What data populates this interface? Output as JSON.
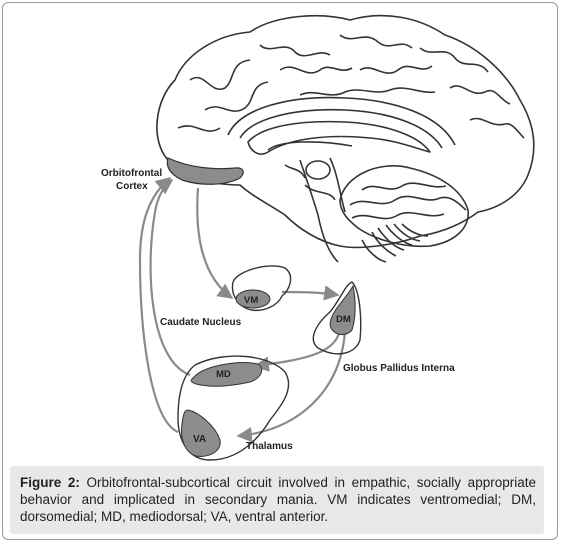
{
  "labels": {
    "orbitofrontal_line1": "Orbitofrontal",
    "orbitofrontal_line2": "Cortex",
    "vm": "VM",
    "caudate": "Caudate Nucleus",
    "dm": "DM",
    "globus": "Globus Pallidus Interna",
    "md": "MD",
    "va": "VA",
    "thalamus": "Thalamus"
  },
  "caption": {
    "label": "Figure 2:",
    "text": "Orbitofrontal-subcortical circuit involved in empathic, socially appropriate behavior and implicated in secondary mania. VM indicates ventromedial; DM, dorsomedial; MD, mediodorsal; VA, ventral anterior."
  },
  "colors": {
    "region_fill": "#8c8c8c",
    "arrow": "#8a8a8a",
    "outline": "#333333",
    "caption_bg": "#e8e8e8"
  }
}
